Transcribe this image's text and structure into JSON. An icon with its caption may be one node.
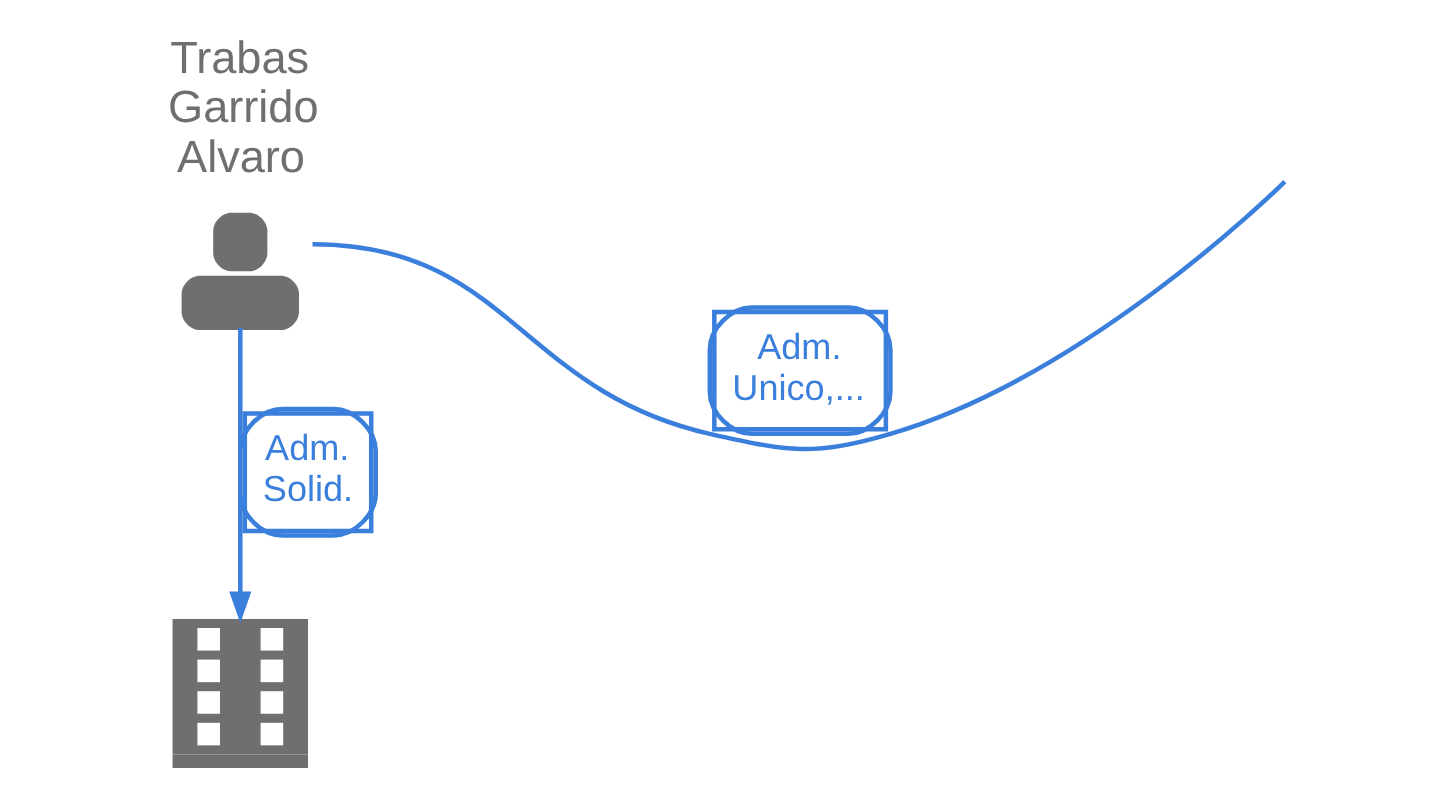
{
  "diagram": {
    "nodes": [
      {
        "text": [
          "Trabas Garrido Alvaro"
        ]
      },
      {
        "text": [],
        "shape": "building"
      }
    ],
    "edges": [
      {
        "from": 0,
        "to": null,
        "arrow": "none",
        "label": "Adm. Unico,..."
      },
      {
        "from": 0,
        "to": 1,
        "arrow": "to",
        "label": "Adm. Solid."
      }
    ]
  }
}
